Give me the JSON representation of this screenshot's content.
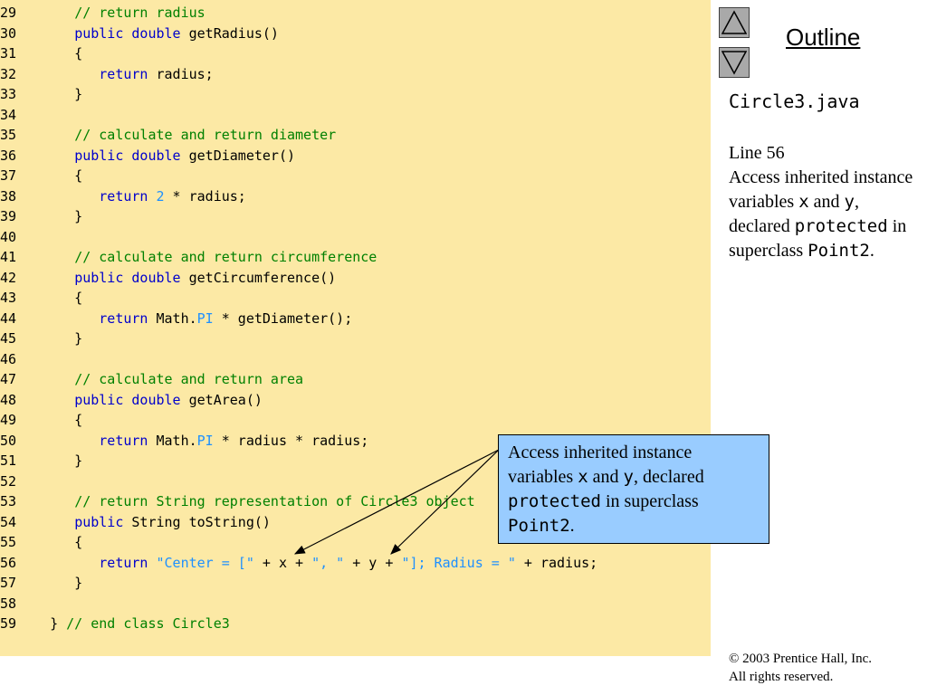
{
  "code": {
    "lines": [
      {
        "n": "29",
        "parts": [
          {
            "t": "      "
          },
          {
            "t": "// return radius",
            "c": "cm"
          }
        ]
      },
      {
        "n": "30",
        "parts": [
          {
            "t": "      "
          },
          {
            "t": "public",
            "c": "kw"
          },
          {
            "t": " "
          },
          {
            "t": "double",
            "c": "kw"
          },
          {
            "t": " getRadius()"
          }
        ]
      },
      {
        "n": "31",
        "parts": [
          {
            "t": "      {"
          }
        ]
      },
      {
        "n": "32",
        "parts": [
          {
            "t": "         "
          },
          {
            "t": "return",
            "c": "kw"
          },
          {
            "t": " radius;"
          }
        ]
      },
      {
        "n": "33",
        "parts": [
          {
            "t": "      }"
          }
        ]
      },
      {
        "n": "34",
        "parts": []
      },
      {
        "n": "35",
        "parts": [
          {
            "t": "      "
          },
          {
            "t": "// calculate and return diameter",
            "c": "cm"
          }
        ]
      },
      {
        "n": "36",
        "parts": [
          {
            "t": "      "
          },
          {
            "t": "public",
            "c": "kw"
          },
          {
            "t": " "
          },
          {
            "t": "double",
            "c": "kw"
          },
          {
            "t": " getDiameter()"
          }
        ]
      },
      {
        "n": "37",
        "parts": [
          {
            "t": "      {"
          }
        ]
      },
      {
        "n": "38",
        "parts": [
          {
            "t": "         "
          },
          {
            "t": "return",
            "c": "kw"
          },
          {
            "t": " "
          },
          {
            "t": "2",
            "c": "nm"
          },
          {
            "t": " * radius;"
          }
        ]
      },
      {
        "n": "39",
        "parts": [
          {
            "t": "      }"
          }
        ]
      },
      {
        "n": "40",
        "parts": []
      },
      {
        "n": "41",
        "parts": [
          {
            "t": "      "
          },
          {
            "t": "// calculate and return circumference",
            "c": "cm"
          }
        ]
      },
      {
        "n": "42",
        "parts": [
          {
            "t": "      "
          },
          {
            "t": "public",
            "c": "kw"
          },
          {
            "t": " "
          },
          {
            "t": "double",
            "c": "kw"
          },
          {
            "t": " getCircumference()"
          }
        ]
      },
      {
        "n": "43",
        "parts": [
          {
            "t": "      {"
          }
        ]
      },
      {
        "n": "44",
        "parts": [
          {
            "t": "         "
          },
          {
            "t": "return",
            "c": "kw"
          },
          {
            "t": " Math."
          },
          {
            "t": "PI",
            "c": "nm"
          },
          {
            "t": " * getDiameter();"
          }
        ]
      },
      {
        "n": "45",
        "parts": [
          {
            "t": "      }"
          }
        ]
      },
      {
        "n": "46",
        "parts": []
      },
      {
        "n": "47",
        "parts": [
          {
            "t": "      "
          },
          {
            "t": "// calculate and return area",
            "c": "cm"
          }
        ]
      },
      {
        "n": "48",
        "parts": [
          {
            "t": "      "
          },
          {
            "t": "public",
            "c": "kw"
          },
          {
            "t": " "
          },
          {
            "t": "double",
            "c": "kw"
          },
          {
            "t": " getArea()"
          }
        ]
      },
      {
        "n": "49",
        "parts": [
          {
            "t": "      {"
          }
        ]
      },
      {
        "n": "50",
        "parts": [
          {
            "t": "         "
          },
          {
            "t": "return",
            "c": "kw"
          },
          {
            "t": " Math."
          },
          {
            "t": "PI",
            "c": "nm"
          },
          {
            "t": " * radius * radius;"
          }
        ]
      },
      {
        "n": "51",
        "parts": [
          {
            "t": "      }"
          }
        ]
      },
      {
        "n": "52",
        "parts": []
      },
      {
        "n": "53",
        "parts": [
          {
            "t": "      "
          },
          {
            "t": "// return String representation of Circle3 object",
            "c": "cm"
          }
        ]
      },
      {
        "n": "54",
        "parts": [
          {
            "t": "      "
          },
          {
            "t": "public",
            "c": "kw"
          },
          {
            "t": " String toString()"
          }
        ]
      },
      {
        "n": "55",
        "parts": [
          {
            "t": "      {"
          }
        ]
      },
      {
        "n": "56",
        "parts": [
          {
            "t": "         "
          },
          {
            "t": "return",
            "c": "kw"
          },
          {
            "t": " "
          },
          {
            "t": "\"Center = [\"",
            "c": "st"
          },
          {
            "t": " + x + "
          },
          {
            "t": "\", \"",
            "c": "st"
          },
          {
            "t": " + y + "
          },
          {
            "t": "\"]; Radius = \"",
            "c": "st"
          },
          {
            "t": " + radius;"
          }
        ]
      },
      {
        "n": "57",
        "parts": [
          {
            "t": "      }"
          }
        ]
      },
      {
        "n": "58",
        "parts": []
      },
      {
        "n": "59",
        "parts": [
          {
            "t": "   } "
          },
          {
            "t": "// end class Circle3",
            "c": "cm"
          }
        ]
      }
    ]
  },
  "sidebar": {
    "outline_label": "Outline",
    "file_name": "Circle3.java",
    "note": {
      "line_ref": "Line 56",
      "text_1": "Access inherited instance variables ",
      "var_x": "x",
      "text_2": " and ",
      "var_y": "y",
      "text_3": ", declared ",
      "kw_protected": "protected",
      "text_4": " in superclass ",
      "class_name": "Point2",
      "text_5": "."
    },
    "copyright_line1": "© 2003 Prentice Hall, Inc.",
    "copyright_line2": "All rights reserved."
  },
  "callout": {
    "text_1": "Access inherited instance variables ",
    "var_x": "x",
    "text_2": " and ",
    "var_y": "y",
    "text_3": ", declared ",
    "kw_protected": "protected",
    "text_4": " in superclass ",
    "class_name": "Point2",
    "text_5": "."
  },
  "icons": {
    "up": "triangle-up-icon",
    "down": "triangle-down-icon"
  }
}
